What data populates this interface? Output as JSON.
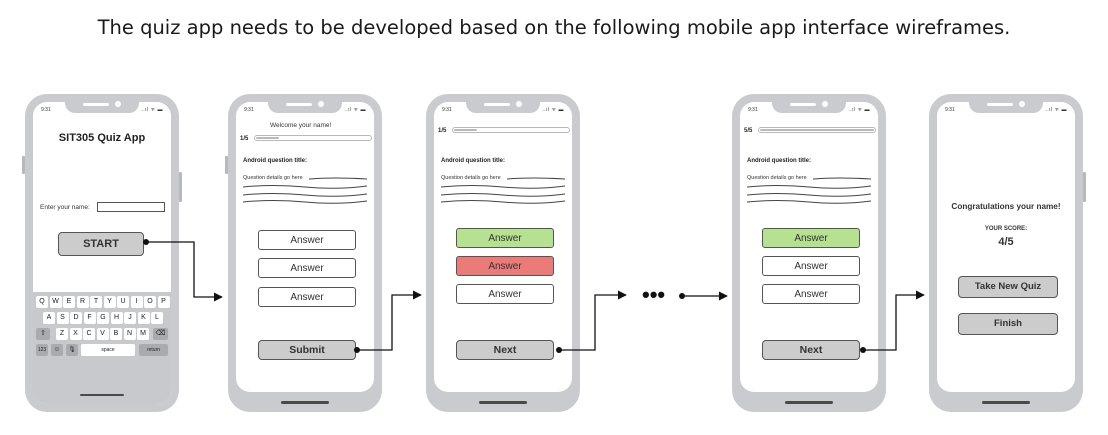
{
  "heading": "The quiz app needs to be developed based on the following mobile app interface wireframes.",
  "status": {
    "time": "9:31",
    "icons": "..ıl ᯤ ▬"
  },
  "screen1": {
    "app_title": "SIT305 Quiz App",
    "name_label": "Enter your name:",
    "start_label": "START",
    "keyboard": {
      "row1": [
        "Q",
        "W",
        "E",
        "R",
        "T",
        "Y",
        "U",
        "I",
        "O",
        "P"
      ],
      "row2": [
        "A",
        "S",
        "D",
        "F",
        "G",
        "H",
        "J",
        "K",
        "L"
      ],
      "row3": [
        "Z",
        "X",
        "C",
        "V",
        "B",
        "N",
        "M"
      ],
      "shift": "⇧",
      "backspace": "⌫",
      "numbers": "123",
      "emoji": "☺",
      "mic": "🎙",
      "space": "space",
      "return": "return"
    }
  },
  "screen2": {
    "welcome": "Welcome your name!",
    "progress": "1/5",
    "progress_fraction": 0.2,
    "question_title": "Android question title:",
    "question_details": "Question details go here",
    "answers": [
      "Answer",
      "Answer",
      "Answer"
    ],
    "button": "Submit"
  },
  "screen3": {
    "progress": "1/5",
    "progress_fraction": 0.2,
    "question_title": "Android question title:",
    "question_details": "Question details go here",
    "answers": [
      "Answer",
      "Answer",
      "Answer"
    ],
    "answer_states": [
      "correct",
      "wrong",
      "neutral"
    ],
    "button": "Next"
  },
  "ellipsis": "•••",
  "screen4": {
    "progress": "5/5",
    "progress_fraction": 1.0,
    "question_title": "Android question title:",
    "question_details": "Question details go here",
    "answers": [
      "Answer",
      "Answer",
      "Answer"
    ],
    "answer_states": [
      "correct",
      "neutral",
      "neutral"
    ],
    "button": "Next"
  },
  "screen5": {
    "congrats": "Congratulations your name!",
    "score_label": "YOUR SCORE:",
    "score_value": "4/5",
    "new_quiz": "Take New Quiz",
    "finish": "Finish"
  },
  "colors": {
    "correct": "#b6e191",
    "wrong": "#eb7b78",
    "button": "#cccccc",
    "frame": "#c9cbce"
  }
}
